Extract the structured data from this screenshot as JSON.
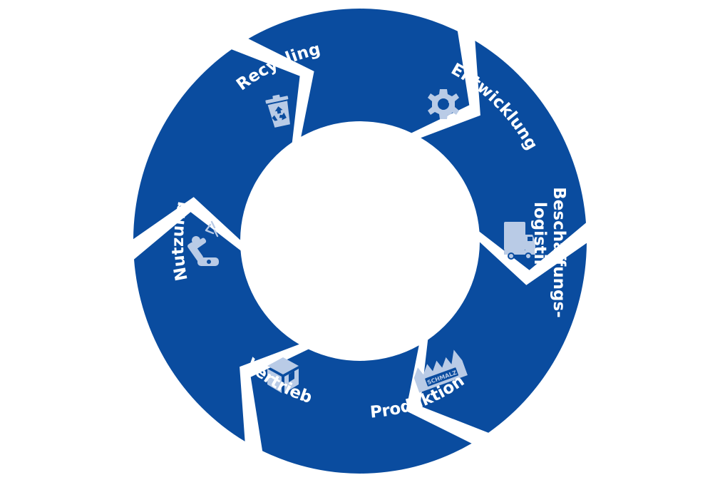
{
  "diagram": {
    "colors": {
      "segment": "#0a4c9f",
      "icon": "#b9cbe6",
      "background": "#ffffff"
    },
    "stages": [
      {
        "label": "Entwicklung",
        "icon": "gear-icon"
      },
      {
        "label": "Beschaffungs-",
        "label2": "logistik",
        "icon": "truck-icon"
      },
      {
        "label": "Produktion",
        "icon": "factory-icon",
        "badge": "SCHMALZ"
      },
      {
        "label": "Vertrieb",
        "icon": "package-icon"
      },
      {
        "label": "Nutzung",
        "icon": "robot-arm-icon"
      },
      {
        "label": "Recycling",
        "icon": "recycle-bin-icon"
      }
    ]
  }
}
